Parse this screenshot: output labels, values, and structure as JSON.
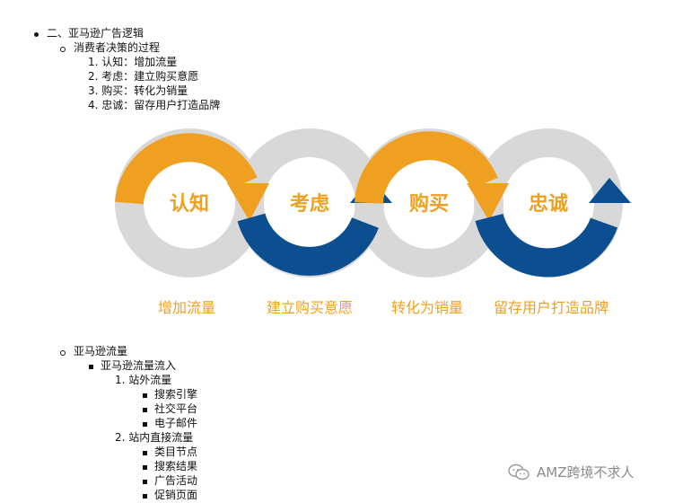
{
  "outline": {
    "section": "二、亚马逊广告逻辑",
    "decision": {
      "title": "消费者决策的过程",
      "steps": [
        "1. 认知：增加流量",
        "2. 考虑：建立购买意愿",
        "3. 购买：转化为销量",
        "4. 忠诚：留存用户打造品牌"
      ]
    },
    "traffic": {
      "title": "亚马逊流量",
      "inflow": "亚马逊流量流入",
      "external": {
        "title": "1. 站外流量",
        "items": [
          "搜索引擎",
          "社交平台",
          "电子邮件"
        ]
      },
      "internal": {
        "title": "2. 站内直接流量",
        "items": [
          "类目节点",
          "搜索结果",
          "广告活动",
          "促销页面"
        ]
      }
    }
  },
  "diagram": {
    "stages": [
      {
        "name": "认知",
        "label": "增加流量"
      },
      {
        "name": "考虑",
        "label": "建立购买意愿"
      },
      {
        "name": "购买",
        "label": "转化为销量"
      },
      {
        "name": "忠诚",
        "label": "留存用户打造品牌"
      }
    ],
    "colors": {
      "orange": "#f0a020",
      "blue": "#0b4f91",
      "gray": "#d8d8d8",
      "text": "#eea021"
    }
  },
  "watermark": {
    "text": "AMZ跨境不求人",
    "icon": "wechat-icon"
  }
}
